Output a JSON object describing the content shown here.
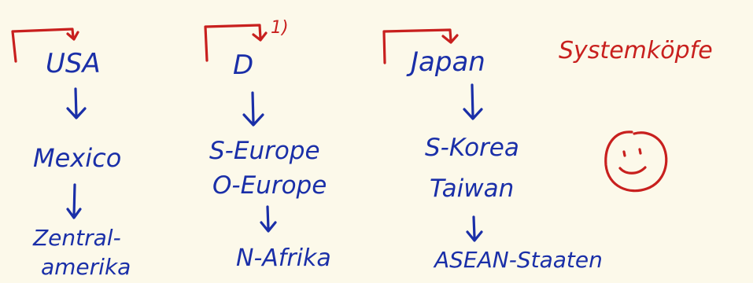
{
  "colors": {
    "background": "#fcf9ea",
    "blue_ink": "#1a2fa8",
    "red_ink": "#c8201e"
  },
  "columns": [
    {
      "head": "USA",
      "level2": [
        "Mexico"
      ],
      "level3": [
        "Zentral-",
        "amerika"
      ]
    },
    {
      "head": "D",
      "head_footnote": "1)",
      "level2": [
        "S-Europe",
        "O-Europe"
      ],
      "level3": [
        "N-Afrika"
      ]
    },
    {
      "head": "Japan",
      "level2": [
        "S-Korea",
        "Taiwan"
      ],
      "level3": [
        "ASEAN-Staaten"
      ]
    }
  ],
  "side_label": "Systemköpfe",
  "icons": [
    "loop-arrow-icon",
    "down-arrow-icon",
    "smiley-icon"
  ]
}
